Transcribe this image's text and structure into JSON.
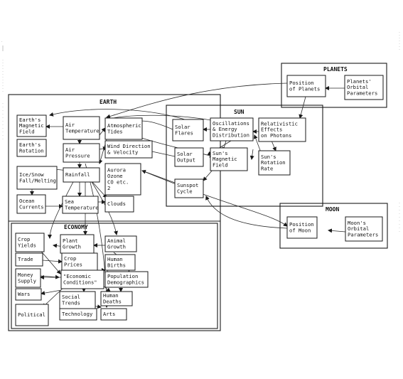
{
  "colors": {
    "ink": "#1a1a1a",
    "paper": "#ffffff"
  },
  "groups": {
    "planets": {
      "title": "PLANETS"
    },
    "earth": {
      "title": "EARTH"
    },
    "sun": {
      "title": "SUN"
    },
    "moon": {
      "title": "MOON"
    },
    "economy": {
      "title": "ECONOMY"
    }
  },
  "nodes": {
    "position_of_planets": {
      "lines": [
        "Position",
        "of Planets"
      ]
    },
    "planets_orbital_parameters": {
      "lines": [
        "Planets'",
        "Orbital",
        "Parameters"
      ]
    },
    "solar_flares": {
      "lines": [
        "Solar",
        "Flares"
      ]
    },
    "oscillations": {
      "lines": [
        "Oscillations",
        "& Energy",
        "Distribution"
      ]
    },
    "relativistic_effects": {
      "lines": [
        "Relativistic",
        "Effects",
        "on Photons"
      ]
    },
    "solar_output": {
      "lines": [
        "Solar",
        "Output"
      ]
    },
    "suns_magnetic_field": {
      "lines": [
        "Sun's",
        "Magnetic",
        "Field"
      ]
    },
    "suns_rotation_rate": {
      "lines": [
        "Sun's",
        "Rotation",
        "Rate"
      ]
    },
    "sunspot_cycle": {
      "lines": [
        "Sunspot",
        "Cycle"
      ]
    },
    "position_of_moon": {
      "lines": [
        "Position",
        "of Moon"
      ]
    },
    "moons_orbital_parameters": {
      "lines": [
        "Moon's",
        "Orbital",
        "Parameters"
      ]
    },
    "earths_magnetic_field": {
      "lines": [
        "Earth's",
        "Magnetic",
        "Field"
      ]
    },
    "earths_rotation": {
      "lines": [
        "Earth's",
        "Rotation"
      ]
    },
    "ice_snow": {
      "lines": [
        "Ice/Snow",
        "Fall/Melting"
      ]
    },
    "ocean_currents": {
      "lines": [
        "Ocean",
        "Currents"
      ]
    },
    "air_temperature": {
      "lines": [
        "Air",
        "Temperature"
      ]
    },
    "air_pressure": {
      "lines": [
        "Air",
        "Pressure"
      ]
    },
    "rainfall": {
      "lines": [
        "Rainfall"
      ]
    },
    "sea_temperature": {
      "lines": [
        "Sea",
        "Temperature"
      ]
    },
    "atmospheric_tides": {
      "lines": [
        "Atmospheric",
        "Tides"
      ]
    },
    "wind_direction": {
      "lines": [
        "Wind Direction",
        "& Velocity"
      ]
    },
    "aurora_ozone": {
      "lines": [
        "Aurora",
        "Ozone",
        "CO  etc.",
        "2"
      ]
    },
    "clouds": {
      "lines": [
        "Clouds"
      ]
    },
    "crop_yields": {
      "lines": [
        "Crop",
        "Yields"
      ]
    },
    "plant_growth": {
      "lines": [
        "Plant",
        "Growth"
      ]
    },
    "animal_growth": {
      "lines": [
        "Animal",
        "Growth"
      ]
    },
    "trade": {
      "lines": [
        "Trade"
      ]
    },
    "crop_prices": {
      "lines": [
        "Crop",
        "Prices"
      ]
    },
    "human_births": {
      "lines": [
        "Human",
        "Births"
      ]
    },
    "money_supply": {
      "lines": [
        "Money",
        "Supply"
      ]
    },
    "economic_conditions": {
      "lines": [
        "\"Economic",
        "Conditions\""
      ]
    },
    "population_demographics": {
      "lines": [
        "Population",
        "Demographics"
      ]
    },
    "wars": {
      "lines": [
        "Wars"
      ]
    },
    "social_trends": {
      "lines": [
        "Social",
        "Trends"
      ]
    },
    "human_deaths": {
      "lines": [
        "Human",
        "Deaths"
      ]
    },
    "political": {
      "lines": [
        "Political"
      ]
    },
    "technology": {
      "lines": [
        "Technology"
      ]
    },
    "arts": {
      "lines": [
        "Arts"
      ]
    }
  }
}
